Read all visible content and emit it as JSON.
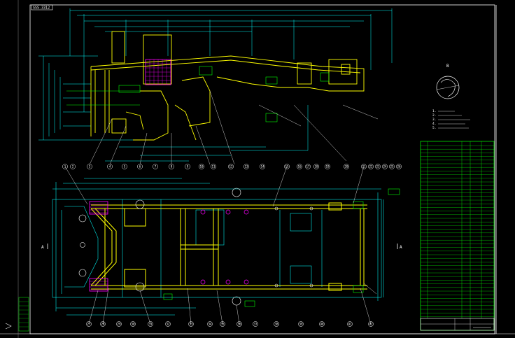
{
  "stamp": "SSS-3312",
  "top_view": {
    "part_numbers_left": [
      "1",
      "2",
      "3",
      "4",
      "5",
      "6",
      "7",
      "8",
      "9",
      "10",
      "11",
      "12"
    ],
    "part_numbers_right": [
      "13",
      "14",
      "15",
      "16",
      "17",
      "18",
      "19",
      "20",
      "21",
      "22",
      "23",
      "24",
      "25",
      "26"
    ]
  },
  "bottom_view": {
    "part_numbers_bottom": [
      "27",
      "28",
      "29",
      "30",
      "31",
      "32",
      "33",
      "34",
      "35",
      "36",
      "37",
      "38",
      "39",
      "40",
      "41",
      "42"
    ],
    "section_marks": [
      "A",
      "A"
    ]
  },
  "detail": {
    "label": "B"
  },
  "notes": [
    "1.",
    "2.",
    "3.",
    "4.",
    "5."
  ],
  "colors": {
    "background": "#000000",
    "frame": "#ffffff",
    "structure": "#ffff00",
    "dimension": "#00ffff",
    "hatch": "#ff00ff",
    "green": "#00ff00",
    "table": "#00ff00"
  }
}
